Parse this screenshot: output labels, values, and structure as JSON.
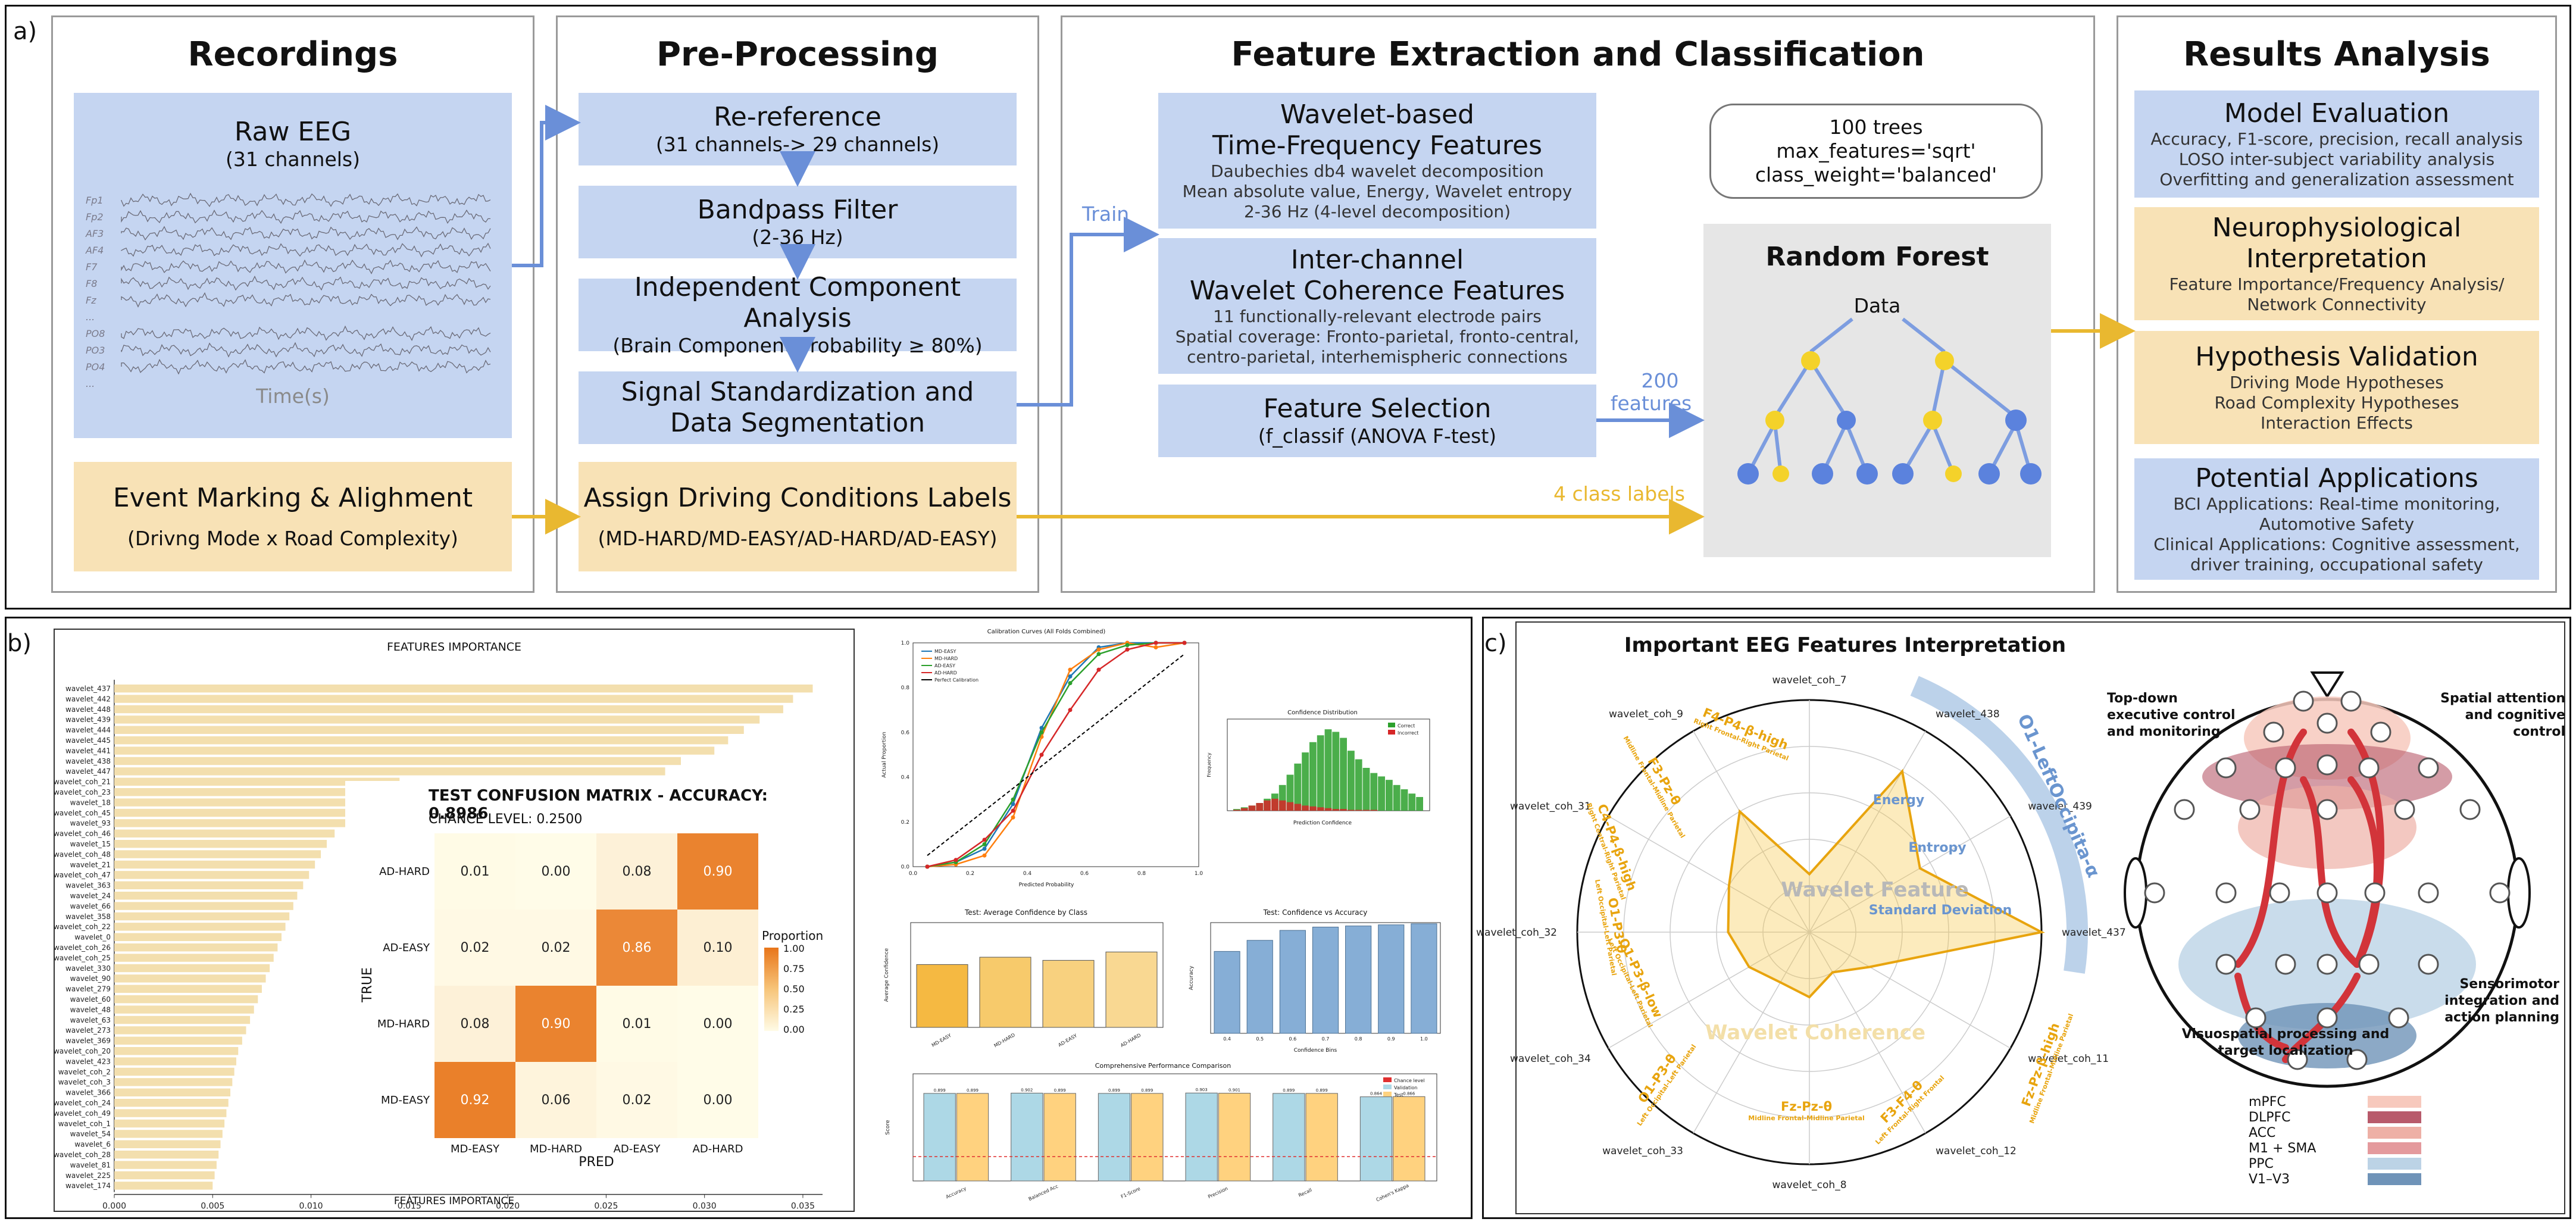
{
  "panel_a": {
    "label": "a)",
    "recordings": {
      "title": "Recordings",
      "raw_eeg": "Raw EEG",
      "channels": "(31 channels)",
      "time_label": "Time(s)",
      "channel_labels": [
        "Fp1",
        "Fp2",
        "AF3",
        "AF4",
        "F7",
        "F8",
        "Fz",
        "...",
        "PO8",
        "PO3",
        "PO4",
        "..."
      ],
      "event_title": "Event Marking & Alighment",
      "event_sub": "(Drivng Mode x Road Complexity)"
    },
    "preprocessing": {
      "title": "Pre-Processing",
      "step1": "Re-reference",
      "step1_sub": "(31 channels-> 29 channels)",
      "step2": "Bandpass Filter",
      "step2_sub": "(2-36 Hz)",
      "step3": "Independent Component Analysis",
      "step3_sub": "(Brain Component Probability ≥ 80%)",
      "step4a": "Signal Standardization and",
      "step4b": "Data Segmentation",
      "assign": "Assign Driving Conditions Labels",
      "assign_sub": "(MD-HARD/MD-EASY/AD-HARD/AD-EASY)"
    },
    "feature": {
      "title": "Feature Extraction and Classification",
      "train": "Train",
      "wavelet_title1": "Wavelet-based",
      "wavelet_title2": "Time-Frequency Features",
      "wavelet_l1": "Daubechies db4 wavelet decomposition",
      "wavelet_l2": "Mean absolute value, Energy, Wavelet entropy",
      "wavelet_l3": "2-36 Hz (4-level decomposition)",
      "coh_title1": "Inter-channel",
      "coh_title2": "Wavelet Coherence Features",
      "coh_l1": "11 functionally-relevant electrode pairs",
      "coh_l2": "Spatial coverage: Fronto-parietal, fronto-central,",
      "coh_l3": "centro-parietal, interhemispheric connections",
      "sel_title": "Feature Selection",
      "sel_sub": "(f_classif (ANOVA F-test)",
      "features_count": "200",
      "features_word": "features",
      "class_labels": "4 class labels",
      "params": [
        "100 trees",
        "max_features='sqrt'",
        "class_weight='balanced'"
      ],
      "rf_title": "Random Forest",
      "rf_data": "Data"
    },
    "results": {
      "title": "Results Analysis",
      "model_eval": "Model Evaluation",
      "model_eval_lines": [
        "Accuracy, F1-score, precision, recall analysis",
        "LOSO inter-subject variability analysis",
        "Overfitting and generalization assessment"
      ],
      "neuro_title1": "Neurophysiological",
      "neuro_title2": "Interpretation",
      "neuro_lines": [
        "Feature Importance/Frequency Analysis/",
        "Network Connectivity"
      ],
      "hyp_title": "Hypothesis Validation",
      "hyp_lines": [
        "Driving Mode Hypotheses",
        "Road Complexity Hypotheses",
        "Interaction Effects"
      ],
      "app_title": "Potential Applications",
      "app_lines": [
        "BCI Applications: Real-time monitoring,",
        "Automotive Safety",
        "Clinical Applications: Cognitive assessment,",
        "driver training, occupational safety"
      ]
    },
    "colors": {
      "blue_box": "#c5d5f1",
      "gold_box": "#f8e2b6",
      "arrow_blue": "#6a8fd8",
      "arrow_gold": "#e9b830",
      "node_blue": "#5b82dd",
      "node_yellow": "#f4d22a"
    }
  },
  "panel_b": {
    "label": "b)",
    "importance": {
      "title": "FEATURES IMPORTANCE",
      "xlabel": "FEATURES IMPORTANCE"
    },
    "confusion": {
      "title": "TEST CONFUSION MATRIX - ACCURACY: 0.8986",
      "chance": "CHANCE LEVEL: 0.2500",
      "ylabel": "TRUE",
      "xlabel": "PRED",
      "cbar_label": "Proportion"
    },
    "calibration": {
      "title": "Calibration Curves (All Folds Combined)",
      "xlabel": "Predicted Probability",
      "ylabel": "Actual Proportion",
      "legend": [
        "MD-EASY",
        "MD-HARD",
        "AD-EASY",
        "AD-HARD",
        "Perfect Calibration"
      ]
    },
    "confdist": {
      "title": "Confidence Distribution",
      "xlabel": "Prediction Confidence",
      "ylabel": "Frequency",
      "legend": [
        "Correct",
        "Incorrect"
      ]
    },
    "avgconf": {
      "title": "Test: Average Confidence by Class",
      "ylabel": "Average Confidence"
    },
    "confacc": {
      "title": "Test: Confidence vs Accuracy",
      "xlabel": "Confidence Bins",
      "ylabel": "Accuracy"
    },
    "perf": {
      "title": "Comprehensive Performance Comparison",
      "ylabel": "Score",
      "legend": [
        "Chance level",
        "Validation",
        "Test"
      ]
    }
  },
  "panel_c": {
    "label": "c)",
    "title": "Important EEG Features Interpretation",
    "axis_labels": [
      "wavelet_coh_7",
      "wavelet_438",
      "wavelet_439",
      "wavelet_437",
      "wavelet_coh_11",
      "wavelet_coh_12",
      "wavelet_coh_8",
      "wavelet_coh_33",
      "wavelet_coh_34",
      "wavelet_coh_32",
      "wavelet_coh_31",
      "wavelet_coh_9"
    ],
    "ring_labels": [
      "Energy",
      "Entropy",
      "Standard Deviation"
    ],
    "region_wavelet": "Wavelet Feature",
    "region_coh": "Wavelet Coherence",
    "arc_label": "O1-LeftOccipita-α",
    "coh_pairs": [
      {
        "name": "F4-P4-β-high",
        "desc": "Right Frontal-Right Parietal"
      },
      {
        "name": "F3-Pz-θ",
        "desc": "Midline Frontal-Midline Parietal"
      },
      {
        "name": "C4-P4-β-high",
        "desc": "Right Central-Right Parietal"
      },
      {
        "name": "O1-P3-θ",
        "desc": "Left Occipital-Left Parietal"
      },
      {
        "name": "O1-P3-β-low",
        "desc": "Left Occipital-Left Parietal"
      },
      {
        "name": "O1-P3-θ",
        "desc": "Left Occipital-Left Parietal"
      },
      {
        "name": "Fz-Pz-θ",
        "desc": "Midline Frontal-Midline Parietal"
      },
      {
        "name": "F3-F4-θ",
        "desc": "Left Frontal-Right Frontal"
      },
      {
        "name": "Fz-Pz-β-high",
        "desc": "Midline Frontal-Midline Parietal"
      }
    ],
    "brain_annotations": [
      "Top-down executive control and monitoring",
      "Spatial attention and cognitive control",
      "Sensorimotor integration and action planning",
      "Visuospatial processing and target localization"
    ],
    "legend": [
      {
        "label": "mPFC",
        "color": "#f7c9bd"
      },
      {
        "label": "DLPFC",
        "color": "#b85a6b"
      },
      {
        "label": "ACC",
        "color": "#eeb0a6"
      },
      {
        "label": "M1 + SMA",
        "color": "#e49a9d"
      },
      {
        "label": "PPC",
        "color": "#bcd3e6"
      },
      {
        "label": "V1–V3",
        "color": "#6f93b8"
      }
    ]
  },
  "chart_data": [
    {
      "type": "bar",
      "title": "FEATURES IMPORTANCE",
      "xlabel": "FEATURES IMPORTANCE",
      "orientation": "horizontal",
      "xlim": [
        0,
        0.036
      ],
      "xticks": [
        "0.000",
        "0.005",
        "0.010",
        "0.015",
        "0.020",
        "0.025",
        "0.030",
        "0.035"
      ],
      "categories": [
        "wavelet_437",
        "wavelet_442",
        "wavelet_448",
        "wavelet_439",
        "wavelet_444",
        "wavelet_445",
        "wavelet_441",
        "wavelet_438",
        "wavelet_447",
        "wavelet_coh_21",
        "wavelet_coh_23",
        "wavelet_18",
        "wavelet_coh_45",
        "wavelet_93",
        "wavelet_coh_46",
        "wavelet_15",
        "wavelet_coh_48",
        "wavelet_21",
        "wavelet_coh_47",
        "wavelet_363",
        "wavelet_24",
        "wavelet_66",
        "wavelet_358",
        "wavelet_coh_22",
        "wavelet_0",
        "wavelet_coh_26",
        "wavelet_coh_25",
        "wavelet_330",
        "wavelet_90",
        "wavelet_279",
        "wavelet_60",
        "wavelet_48",
        "wavelet_63",
        "wavelet_273",
        "wavelet_369",
        "wavelet_coh_20",
        "wavelet_423",
        "wavelet_coh_2",
        "wavelet_coh_3",
        "wavelet_366",
        "wavelet_coh_24",
        "wavelet_coh_49",
        "wavelet_coh_1",
        "wavelet_54",
        "wavelet_6",
        "wavelet_coh_28",
        "wavelet_81",
        "wavelet_225",
        "wavelet_174"
      ],
      "values": [
        0.0355,
        0.0345,
        0.034,
        0.0328,
        0.032,
        0.0312,
        0.0305,
        0.0288,
        0.028,
        0.0145,
        0.0135,
        0.0128,
        0.0122,
        0.0118,
        0.0112,
        0.0108,
        0.0105,
        0.0102,
        0.0099,
        0.0096,
        0.0093,
        0.0091,
        0.0089,
        0.0087,
        0.0085,
        0.0083,
        0.0081,
        0.0079,
        0.0077,
        0.0075,
        0.0073,
        0.0071,
        0.0069,
        0.0067,
        0.0065,
        0.0063,
        0.0062,
        0.0061,
        0.006,
        0.0059,
        0.0058,
        0.0057,
        0.0056,
        0.0055,
        0.0054,
        0.0053,
        0.0052,
        0.0051,
        0.005
      ]
    },
    {
      "type": "heatmap",
      "title": "TEST CONFUSION MATRIX - ACCURACY: 0.8986",
      "ylabel": "TRUE",
      "xlabel": "PRED",
      "rows": [
        "AD-HARD",
        "AD-EASY",
        "MD-HARD",
        "MD-EASY"
      ],
      "cols": [
        "MD-EASY",
        "MD-HARD",
        "AD-EASY",
        "AD-HARD"
      ],
      "values": [
        [
          0.01,
          0.0,
          0.08,
          0.9
        ],
        [
          0.02,
          0.02,
          0.86,
          0.1
        ],
        [
          0.08,
          0.9,
          0.01,
          0.0
        ],
        [
          0.92,
          0.06,
          0.02,
          0.0
        ]
      ],
      "colorbar": {
        "label": "Proportion",
        "ticks": [
          "1.00",
          "0.75",
          "0.50",
          "0.25",
          "0.00"
        ],
        "range": [
          0,
          1
        ]
      }
    },
    {
      "type": "line",
      "title": "Calibration Curves (All Folds Combined)",
      "xlabel": "Predicted Probability",
      "ylabel": "Actual Proportion",
      "xlim": [
        0,
        1
      ],
      "ylim": [
        0,
        1
      ],
      "x": [
        0.05,
        0.15,
        0.25,
        0.35,
        0.45,
        0.55,
        0.65,
        0.75,
        0.85,
        0.95
      ],
      "series": [
        {
          "name": "MD-EASY",
          "values": [
            0.0,
            0.02,
            0.08,
            0.28,
            0.62,
            0.85,
            0.98,
            1.0,
            1.0,
            1.0
          ],
          "color": "#1f77b4"
        },
        {
          "name": "MD-HARD",
          "values": [
            0.0,
            0.01,
            0.05,
            0.22,
            0.58,
            0.88,
            0.97,
            1.0,
            0.98,
            1.0
          ],
          "color": "#ff7f0e"
        },
        {
          "name": "AD-EASY",
          "values": [
            0.0,
            0.02,
            0.1,
            0.3,
            0.6,
            0.82,
            0.95,
            0.99,
            1.0,
            1.0
          ],
          "color": "#2ca02c"
        },
        {
          "name": "AD-HARD",
          "values": [
            0.0,
            0.03,
            0.12,
            0.25,
            0.5,
            0.7,
            0.88,
            0.97,
            1.0,
            1.0
          ],
          "color": "#d62728"
        },
        {
          "name": "Perfect Calibration",
          "values": [
            0.05,
            0.15,
            0.25,
            0.35,
            0.45,
            0.55,
            0.65,
            0.75,
            0.85,
            0.95
          ],
          "color": "#000000"
        }
      ]
    },
    {
      "type": "bar",
      "title": "Confidence Distribution",
      "xlabel": "Prediction Confidence",
      "ylabel": "Frequency",
      "series": [
        {
          "name": "Correct",
          "color": "#2ca02c",
          "values": [
            2,
            4,
            6,
            9,
            14,
            20,
            30,
            42,
            55,
            68,
            80,
            88,
            95,
            92,
            85,
            70,
            60,
            50,
            44,
            40,
            36,
            30,
            25,
            20,
            16
          ]
        },
        {
          "name": "Incorrect",
          "color": "#d62728",
          "values": [
            1,
            3,
            6,
            9,
            12,
            14,
            12,
            10,
            8,
            6,
            5,
            4,
            3,
            2,
            2,
            1,
            1,
            1,
            1,
            0,
            0,
            0,
            0,
            0,
            0
          ]
        }
      ]
    },
    {
      "type": "bar",
      "title": "Test: Average Confidence by Class",
      "ylabel": "Average Confidence",
      "categories": [
        "MD-EASY",
        "MD-HARD",
        "AD-EASY",
        "AD-HARD"
      ],
      "values": [
        0.6,
        0.67,
        0.64,
        0.72
      ],
      "ylim": [
        0,
        1
      ]
    },
    {
      "type": "bar",
      "title": "Test: Confidence vs Accuracy",
      "xlabel": "Confidence Bins",
      "ylabel": "Accuracy",
      "categories": [
        "0.4",
        "0.5",
        "0.6",
        "0.7",
        "0.8",
        "0.9",
        "1.0"
      ],
      "values": [
        0.74,
        0.84,
        0.93,
        0.96,
        0.97,
        0.98,
        0.99
      ],
      "ylim": [
        0,
        1
      ]
    },
    {
      "type": "bar",
      "title": "Comprehensive Performance Comparison",
      "ylabel": "Score",
      "categories": [
        "Accuracy",
        "Balanced Acc",
        "F1-Score",
        "Precision",
        "Recall",
        "Cohen's Kappa"
      ],
      "series": [
        {
          "name": "Validation",
          "values": [
            0.899,
            0.902,
            0.899,
            0.903,
            0.899,
            0.864
          ],
          "color": "#add8e6"
        },
        {
          "name": "Test",
          "values": [
            0.899,
            0.899,
            0.899,
            0.901,
            0.899,
            0.866
          ],
          "color": "#ffd27f"
        }
      ],
      "chance_level": 0.25,
      "ylim": [
        0,
        1.1
      ]
    },
    {
      "type": "radar",
      "title": "Important EEG Features Interpretation",
      "axes": [
        "wavelet_coh_7",
        "wavelet_438",
        "wavelet_439",
        "wavelet_437",
        "wavelet_coh_11",
        "wavelet_coh_12",
        "wavelet_coh_8",
        "wavelet_coh_33",
        "wavelet_coh_34",
        "wavelet_coh_32",
        "wavelet_coh_31",
        "wavelet_coh_9"
      ],
      "values": [
        0.25,
        0.8,
        0.55,
        1.0,
        0.3,
        0.2,
        0.28,
        0.25,
        0.3,
        0.35,
        0.4,
        0.6
      ]
    }
  ]
}
